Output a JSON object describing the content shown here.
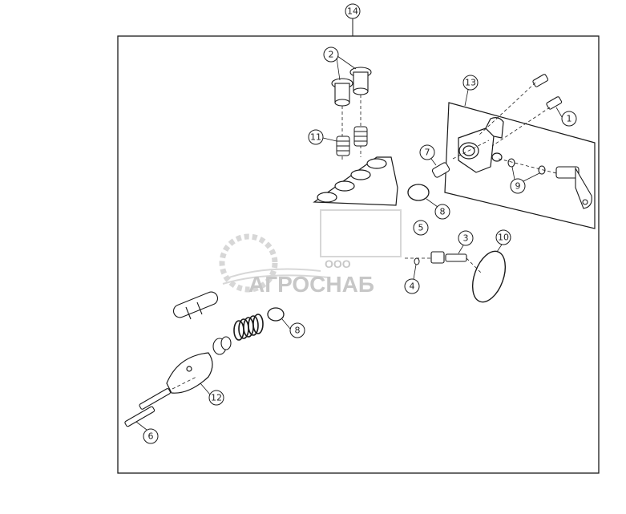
{
  "diagram": {
    "callouts": [
      "14",
      "2",
      "13",
      "11",
      "1",
      "7",
      "9",
      "8",
      "5",
      "3",
      "10",
      "4",
      "8",
      "12",
      "6"
    ]
  },
  "watermark": {
    "prefix": "ООО",
    "name": "АГРОСНАБ"
  },
  "colors": {
    "line": "#1a1a1a",
    "watermark": "#b8b8b8"
  }
}
